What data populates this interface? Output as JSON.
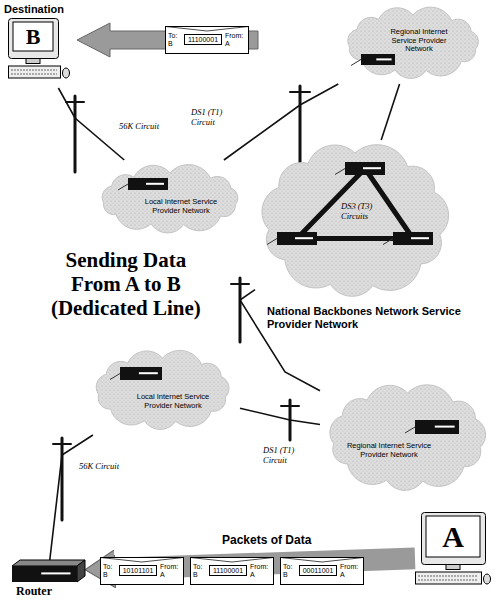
{
  "diagram": {
    "title": "Sending Data From A to B (Dedicated Line)",
    "nodes": [
      {
        "text": [
          "Destination",
          "B"
        ]
      },
      {
        "text": [
          "To: B",
          "11100001",
          "From: A"
        ]
      },
      {
        "text": [
          "Regional Internet Service Provider Network"
        ]
      },
      {
        "text": [
          "Local Internet Service Provider Network"
        ]
      },
      {
        "text": [
          "DS3 (T3) Circuits",
          "National Backbones Network Service Provider Network"
        ]
      },
      {
        "text": [
          "Regional Internet Service Provider Network"
        ]
      },
      {
        "text": [
          "Local Internet Service Provider Network"
        ]
      },
      {
        "text": [
          "Router"
        ]
      },
      {
        "text": [
          "To: B",
          "10101101",
          "From: A"
        ]
      },
      {
        "text": [
          "To: B",
          "11100001",
          "From: A"
        ]
      },
      {
        "text": [
          "To: B",
          "00011001",
          "From: A"
        ]
      },
      {
        "text": [
          "A"
        ]
      }
    ],
    "edges": [
      {
        "from": 3,
        "to": 0,
        "label": "56K Circuit",
        "arrow": "none"
      },
      {
        "from": 3,
        "to": 2,
        "label": "DS1 (T1) Circuit",
        "arrow": "none"
      },
      {
        "from": 2,
        "to": 4,
        "arrow": "none"
      },
      {
        "from": 4,
        "to": 5,
        "arrow": "none"
      },
      {
        "from": 6,
        "to": 5,
        "label": "DS1 (T1) Circuit",
        "arrow": "none"
      },
      {
        "from": 6,
        "to": 7,
        "label": "56K Circuit",
        "arrow": "none"
      },
      {
        "from": 11,
        "to": 7,
        "arrow": "to"
      }
    ],
    "labels": [
      "Packets of Data"
    ]
  }
}
